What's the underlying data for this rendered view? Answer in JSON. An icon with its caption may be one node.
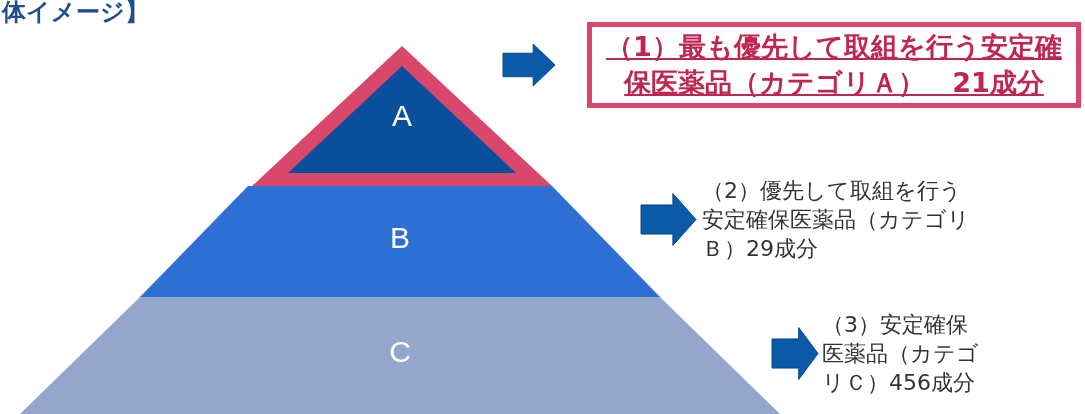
{
  "diagram": {
    "title": "体イメージ】",
    "nodes": [
      {
        "text": [
          "A"
        ]
      },
      {
        "text": [
          "B"
        ]
      },
      {
        "text": [
          "C"
        ]
      },
      {
        "text": [
          "（1）最も優先して取組を行う安定確保医薬品（カテゴリＡ）　21成分"
        ]
      },
      {
        "text": [
          "（2）優先して取組を行う安定確保医薬品（カテゴリＢ）29成分"
        ]
      },
      {
        "text": [
          "（3）安定確保医薬品（カテゴリＣ）456成分"
        ]
      }
    ],
    "edges": [
      {
        "from": 0,
        "to": 3,
        "arrow": "to"
      },
      {
        "from": 1,
        "to": 4,
        "arrow": "to"
      },
      {
        "from": 2,
        "to": 5,
        "arrow": "to"
      }
    ]
  }
}
